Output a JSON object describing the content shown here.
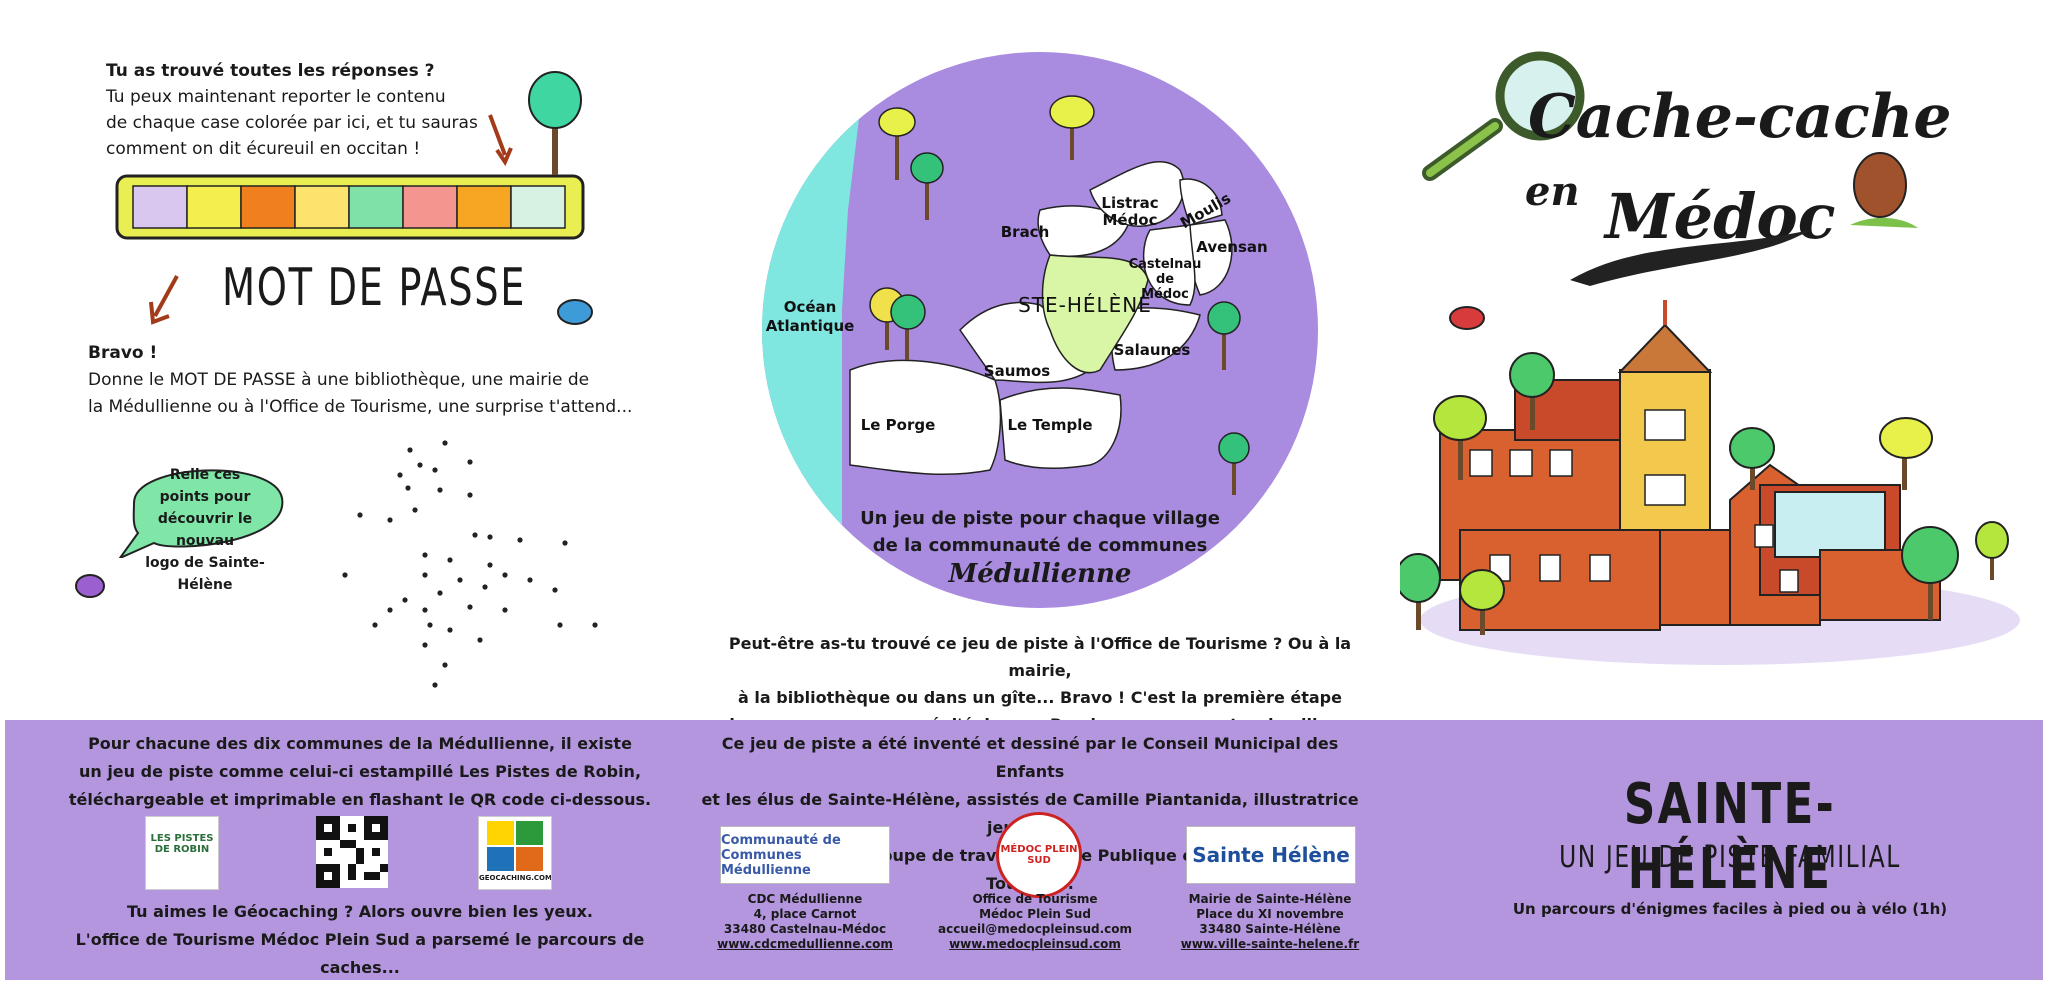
{
  "left": {
    "intro": [
      "Tu as trouvé toutes les réponses ?",
      "Tu peux maintenant reporter le contenu",
      "de chaque case colorée par ici, et tu sauras",
      "comment on dit écureuil en occitan !"
    ],
    "bar_colors": [
      "#d9c7ef",
      "#f4ef4e",
      "#f07f1e",
      "#fbe36e",
      "#7fe0a8",
      "#f4958f",
      "#f6a623",
      "#d7f2e2"
    ],
    "password_title": "MOT DE PASSE",
    "bravo_title": "Bravo !",
    "bravo_lines": [
      "Donne le MOT DE PASSE à une bibliothèque, une mairie de",
      "la Médullienne ou à l'Office de Tourisme, une surprise t'attend..."
    ],
    "bubble": [
      "Relie ces",
      "points pour",
      "découvrir le nouvau",
      "logo de Sainte-Hélène"
    ]
  },
  "map": {
    "villages": {
      "brach": "Brach",
      "listrac_1": "Listrac",
      "listrac_2": "Médoc",
      "moulis": "Moulis",
      "avensan": "Avensan",
      "castelnau_1": "Castelnau",
      "castelnau_2": "de",
      "castelnau_3": "Médoc",
      "ste_helene": "STE-HÉLÈNE",
      "ocean_1": "Océan",
      "ocean_2": "Atlantique",
      "saumos": "Saumos",
      "salaunes": "Salaunes",
      "le_porge": "Le Porge",
      "le_temple": "Le Temple"
    },
    "caption_lines": [
      "Un jeu de piste pour chaque village",
      "de la communauté de communes"
    ],
    "caption_brand": "Médullienne",
    "colors": {
      "circle": "#a98be0",
      "ocean": "#7fe6e0",
      "land": "#ffffff",
      "ste_helene": "#d9f5a6"
    }
  },
  "center_text": [
    "Peut-être as-tu trouvé ce jeu de piste à l'Office de Tourisme ? Ou à la mairie,",
    "à la bibliothèque ou dans un gîte... Bravo ! C'est la première étape",
    "de ce parcours parsemé d'énigmes. Rendez-vous au centre du village."
  ],
  "title": {
    "line1": "Cache-cache",
    "en": "en",
    "medoc": "Médoc"
  },
  "band": {
    "left_lines": [
      "Pour chacune des dix communes de la Médullienne, il existe",
      "un jeu de piste comme celui-ci estampillé Les Pistes de Robin,",
      "téléchargeable et imprimable en flashant le QR code ci-dessous."
    ],
    "logos": {
      "robin_1": "LES PISTES",
      "robin_2": "DE ROBIN",
      "geocaching": "GEOCACHING.COM"
    },
    "left_bottom": [
      "Tu aimes le Géocaching ? Alors ouvre bien les yeux.",
      "L'office de Tourisme Médoc Plein Sud a parsemé le parcours de caches..."
    ],
    "mid_lines": [
      "Ce jeu de piste a été inventé et dessiné par le Conseil Municipal des Enfants",
      "et les élus de Sainte-Hélène, assistés de Camille Piantanida, illustratrice jeunesse,",
      "de la CDC, du groupe de travail Lecture Publique et de l'Office de Tourisme."
    ],
    "partners": [
      {
        "logo": "Communauté de Communes Médullienne",
        "lines": [
          "CDC Médullienne",
          "4, place Carnot",
          "33480 Castelnau-Médoc"
        ],
        "url": "www.cdcmedullienne.com"
      },
      {
        "logo": "MÉDOC PLEIN SUD",
        "lines": [
          "Office de Tourisme",
          "Médoc Plein Sud",
          "accueil@medocpleinsud.com"
        ],
        "url": "www.medocpleinsud.com"
      },
      {
        "logo": "Sainte Hélène",
        "lines": [
          "Mairie de Sainte-Hélène",
          "Place du XI novembre",
          "33480 Sainte-Hélène"
        ],
        "url": "www.ville-sainte-helene.fr"
      }
    ],
    "sh_title": "SAINTE-HÉLÈNE",
    "sh_sub": "UN JEU DE PISTE FAMILIAL",
    "sh_small": "Un parcours d'énigmes faciles à pied ou à vélo (1h)",
    "color": "#b396dd"
  }
}
